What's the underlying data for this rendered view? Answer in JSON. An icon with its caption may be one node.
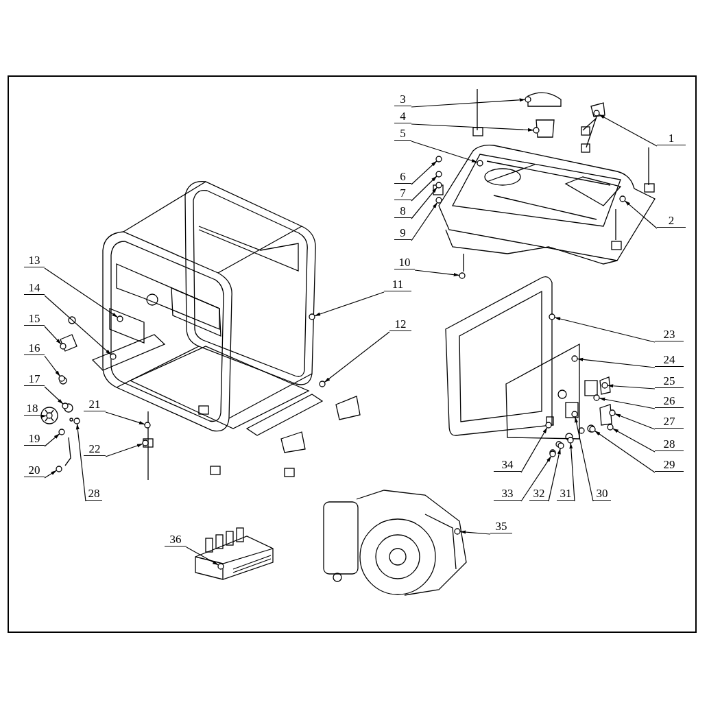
{
  "diagram": {
    "nodes": [
      {
        "text": [
          "1"
        ]
      },
      {
        "text": [
          "2"
        ]
      },
      {
        "text": [
          "3"
        ]
      },
      {
        "text": [
          "4"
        ]
      },
      {
        "text": [
          "5"
        ]
      },
      {
        "text": [
          "6"
        ]
      },
      {
        "text": [
          "7"
        ]
      },
      {
        "text": [
          "8"
        ]
      },
      {
        "text": [
          "9"
        ]
      },
      {
        "text": [
          "10"
        ]
      },
      {
        "text": [
          "11"
        ]
      },
      {
        "text": [
          "12"
        ]
      },
      {
        "text": [
          "13"
        ]
      },
      {
        "text": [
          "14"
        ]
      },
      {
        "text": [
          "15"
        ]
      },
      {
        "text": [
          "16"
        ]
      },
      {
        "text": [
          "17"
        ]
      },
      {
        "text": [
          "18"
        ]
      },
      {
        "text": [
          "19"
        ]
      },
      {
        "text": [
          "20"
        ]
      },
      {
        "text": [
          "21"
        ]
      },
      {
        "text": [
          "22"
        ]
      },
      {
        "text": [
          "28"
        ]
      },
      {
        "text": [
          "23"
        ]
      },
      {
        "text": [
          "24"
        ]
      },
      {
        "text": [
          "25"
        ]
      },
      {
        "text": [
          "26"
        ]
      },
      {
        "text": [
          "27"
        ]
      },
      {
        "text": [
          "28"
        ]
      },
      {
        "text": [
          "29"
        ]
      },
      {
        "text": [
          "30"
        ]
      },
      {
        "text": [
          "31"
        ]
      },
      {
        "text": [
          "32"
        ]
      },
      {
        "text": [
          "33"
        ]
      },
      {
        "text": [
          "34"
        ]
      },
      {
        "text": [
          "35"
        ]
      },
      {
        "text": [
          "36"
        ]
      },
      {
        "text": [],
        "shape": "circle"
      },
      {
        "text": [],
        "shape": "circle"
      },
      {
        "text": [],
        "shape": "circle"
      },
      {
        "text": [],
        "shape": "circle"
      },
      {
        "text": [],
        "shape": "circle"
      },
      {
        "text": [],
        "shape": "circle"
      },
      {
        "text": [],
        "shape": "circle"
      },
      {
        "text": [],
        "shape": "circle"
      },
      {
        "text": [],
        "shape": "circle"
      },
      {
        "text": [],
        "shape": "circle"
      },
      {
        "text": [],
        "shape": "circle"
      },
      {
        "text": [],
        "shape": "circle"
      },
      {
        "text": [],
        "shape": "circle"
      },
      {
        "text": [],
        "shape": "circle"
      },
      {
        "text": [],
        "shape": "circle"
      },
      {
        "text": [],
        "shape": "circle"
      },
      {
        "text": [],
        "shape": "circle"
      },
      {
        "text": [],
        "shape": "circle"
      },
      {
        "text": [],
        "shape": "circle"
      },
      {
        "text": [],
        "shape": "circle"
      },
      {
        "text": [],
        "shape": "circle"
      },
      {
        "text": [],
        "shape": "circle"
      },
      {
        "text": [],
        "shape": "circle"
      },
      {
        "text": [],
        "shape": "circle"
      },
      {
        "text": [],
        "shape": "circle"
      },
      {
        "text": [],
        "shape": "circle"
      },
      {
        "text": [],
        "shape": "circle"
      },
      {
        "text": [],
        "shape": "circle"
      },
      {
        "text": [],
        "shape": "circle"
      },
      {
        "text": [],
        "shape": "circle"
      },
      {
        "text": [],
        "shape": "circle"
      },
      {
        "text": [],
        "shape": "circle"
      },
      {
        "text": [],
        "shape": "circle"
      },
      {
        "text": [],
        "shape": "circle"
      },
      {
        "text": [],
        "shape": "circle"
      },
      {
        "text": [],
        "shape": "circle"
      },
      {
        "text": [],
        "shape": "circle"
      }
    ],
    "edges": [
      {
        "from": 0,
        "to": 37,
        "arrow": "to"
      },
      {
        "from": 1,
        "to": 38,
        "arrow": "to"
      },
      {
        "from": 2,
        "to": 39,
        "arrow": "to"
      },
      {
        "from": 3,
        "to": 40,
        "arrow": "to"
      },
      {
        "from": 4,
        "to": 41,
        "arrow": "to"
      },
      {
        "from": 5,
        "to": 42,
        "arrow": "to"
      },
      {
        "from": 6,
        "to": 43,
        "arrow": "to"
      },
      {
        "from": 7,
        "to": 44,
        "arrow": "to"
      },
      {
        "from": 8,
        "to": 45,
        "arrow": "to"
      },
      {
        "from": 9,
        "to": 46,
        "arrow": "to"
      },
      {
        "from": 10,
        "to": 47,
        "arrow": "to"
      },
      {
        "from": 11,
        "to": 48,
        "arrow": "to"
      },
      {
        "from": 12,
        "to": 49,
        "arrow": "to"
      },
      {
        "from": 13,
        "to": 50,
        "arrow": "to"
      },
      {
        "from": 14,
        "to": 51,
        "arrow": "to"
      },
      {
        "from": 15,
        "to": 52,
        "arrow": "to"
      },
      {
        "from": 16,
        "to": 53,
        "arrow": "to"
      },
      {
        "from": 17,
        "to": 54,
        "arrow": "to"
      },
      {
        "from": 18,
        "to": 55,
        "arrow": "to"
      },
      {
        "from": 19,
        "to": 56,
        "arrow": "to"
      },
      {
        "from": 20,
        "to": 57,
        "arrow": "to"
      },
      {
        "from": 21,
        "to": 58,
        "arrow": "to"
      },
      {
        "from": 22,
        "to": 59,
        "arrow": "to"
      },
      {
        "from": 23,
        "to": 60,
        "arrow": "to"
      },
      {
        "from": 24,
        "to": 61,
        "arrow": "to"
      },
      {
        "from": 25,
        "to": 62,
        "arrow": "to"
      },
      {
        "from": 26,
        "to": 63,
        "arrow": "to"
      },
      {
        "from": 27,
        "to": 64,
        "arrow": "to"
      },
      {
        "from": 28,
        "to": 65,
        "arrow": "to"
      },
      {
        "from": 29,
        "to": 66,
        "arrow": "to"
      },
      {
        "from": 30,
        "to": 67,
        "arrow": "to"
      },
      {
        "from": 31,
        "to": 68,
        "arrow": "to"
      },
      {
        "from": 32,
        "to": 69,
        "arrow": "to"
      },
      {
        "from": 33,
        "to": 70,
        "arrow": "to"
      },
      {
        "from": 34,
        "to": 71,
        "arrow": "to"
      },
      {
        "from": 35,
        "to": 72,
        "arrow": "to"
      },
      {
        "from": 36,
        "to": 73,
        "arrow": "to"
      }
    ]
  }
}
